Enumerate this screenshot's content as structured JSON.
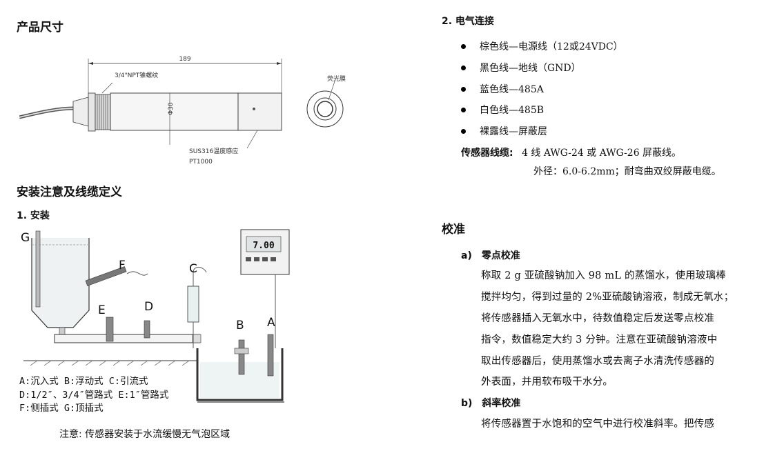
{
  "left": {
    "product_size_title": "产品尺寸",
    "drawing": {
      "length_dim": "189",
      "thread_label": "3/4\"NPT锥螺纹",
      "diameter_label": "Φ30",
      "sensor_label_line1": "SUS316温度感应",
      "sensor_label_line2": "PT1000",
      "membrane_label": "荧光膜"
    },
    "install_section_title": "安装注意及线缆定义",
    "install_sub_title": "1. 安装",
    "figure": {
      "labels": [
        "G",
        "F",
        "E",
        "D",
        "C",
        "B",
        "A"
      ],
      "meter_display": "7.00",
      "legend_lines": [
        "A:沉入式  B:浮动式  C:引流式",
        "D:1/2″、3/4″管路式 E:1″管路式",
        "F:侧插式  G:顶插式"
      ]
    },
    "note": "注意: 传感器安装于水流缓慢无气泡区域"
  },
  "right": {
    "electrical_title": "2. 电气连接",
    "wires": [
      "棕色线—电源线（12或24VDC）",
      "黑色线—地线（GND）",
      "蓝色线—485A",
      "白色线—485B",
      "裸露线—屏蔽层"
    ],
    "cable_label": "传感器线缆:",
    "cable_text": "4 线 AWG-24 或 AWG-26 屏蔽线。",
    "cable_text2": "外径：6.0-6.2mm；耐弯曲双绞屏蔽电缆。",
    "calibration_title": "校准",
    "zero_title_prefix": "a)",
    "zero_title": "零点校准",
    "zero_lines": [
      "称取 2 g 亚硫酸钠加入 98 mL 的蒸馏水，使用玻璃棒",
      "搅拌均匀，得到过量的 2%亚硫酸钠溶液，制成无氧水；",
      "将传感器插入无氧水中，待数值稳定后发送零点校准",
      "指令，数值稳定大约 3 分钟。注意在亚硫酸钠溶液中",
      "取出传感器后，使用蒸馏水或去离子水清洗传感器的",
      "外表面，并用软布吸干水分。"
    ],
    "slope_title_prefix": "b)",
    "slope_title": "斜率校准",
    "slope_lines": [
      "将传感器置于水饱和的空气中进行校准斜率。把传感"
    ]
  }
}
